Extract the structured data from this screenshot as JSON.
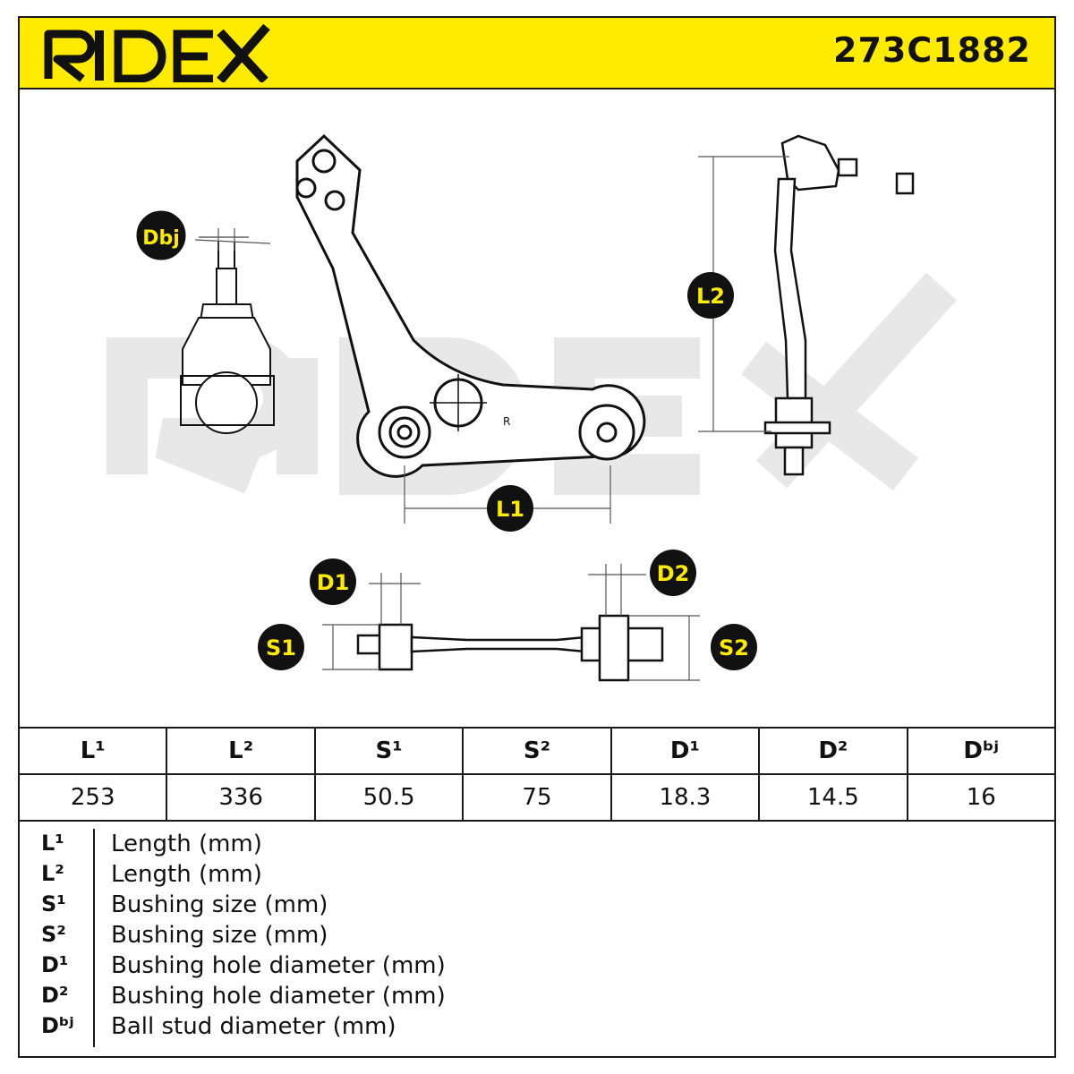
{
  "header": {
    "brand": "RIDEX",
    "part_number": "273C1882"
  },
  "watermark": "RIDEX",
  "callouts": {
    "dbj": "Dbj",
    "l1": "L1",
    "l2": "L2",
    "d1": "D1",
    "d2": "D2",
    "s1": "S1",
    "s2": "S2"
  },
  "drawing_marks": {
    "r_mark": "R"
  },
  "spec_table": {
    "headers": [
      "L¹",
      "L²",
      "S¹",
      "S²",
      "D¹",
      "D²",
      "Dᵇʲ"
    ],
    "values": [
      "253",
      "336",
      "50.5",
      "75",
      "18.3",
      "14.5",
      "16"
    ]
  },
  "legend": [
    {
      "symbol": "L¹",
      "description": "Length (mm)"
    },
    {
      "symbol": "L²",
      "description": "Length (mm)"
    },
    {
      "symbol": "S¹",
      "description": "Bushing size (mm)"
    },
    {
      "symbol": "S²",
      "description": "Bushing size (mm)"
    },
    {
      "symbol": "D¹",
      "description": "Bushing hole diameter (mm)"
    },
    {
      "symbol": "D²",
      "description": "Bushing hole diameter (mm)"
    },
    {
      "symbol": "Dᵇʲ",
      "description": "Ball stud diameter (mm)"
    }
  ],
  "colors": {
    "accent_yellow": "#ffeb00",
    "line": "#1a1a1a",
    "watermark": "#e6e6e6"
  }
}
